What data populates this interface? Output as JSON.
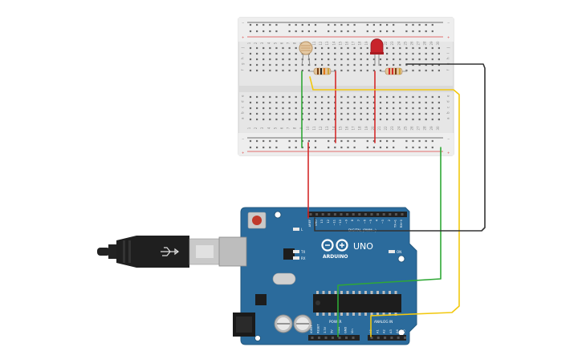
{
  "breadboard": {
    "column_numbers": [
      "1",
      "2",
      "3",
      "4",
      "5",
      "6",
      "7",
      "8",
      "9",
      "10",
      "11",
      "12",
      "13",
      "14",
      "15",
      "16",
      "17",
      "18",
      "19",
      "20",
      "21",
      "22",
      "23",
      "24",
      "25",
      "26",
      "27",
      "28",
      "29",
      "30"
    ],
    "row_letters_top": [
      "j",
      "i",
      "h",
      "g",
      "f"
    ],
    "row_letters_bottom": [
      "e",
      "d",
      "c",
      "b",
      "a"
    ],
    "rail_minus": "−",
    "rail_plus": "+"
  },
  "arduino": {
    "logo": "ARDUINO",
    "model": "UNO",
    "digital_label": "DIGITAL (PWM~)",
    "power_label": "POWER",
    "analog_label": "ANALOG IN",
    "on_label": "ON",
    "tx_label": "TX",
    "rx_label": "RX",
    "l_label": "L",
    "top_pins": [
      "AREF",
      "GND",
      "13",
      "12",
      "~11",
      "~10",
      "~9",
      "8",
      "7",
      "~6",
      "~5",
      "4",
      "~3",
      "2",
      "TX→1",
      "RX←0"
    ],
    "power_pins": [
      "IOREF",
      "RESET",
      "3.3V",
      "5V",
      "GND",
      "GND",
      "Vin"
    ],
    "analog_pins": [
      "A0",
      "A1",
      "A2",
      "A3",
      "A4",
      "A5"
    ]
  },
  "wire_colors": {
    "red": "#d42a2a",
    "green": "#2fa836",
    "yellow": "#f2c80f",
    "black": "#333333"
  },
  "colors": {
    "board_blue": "#2b6b9c",
    "breadboard": "#e8e8e8"
  }
}
